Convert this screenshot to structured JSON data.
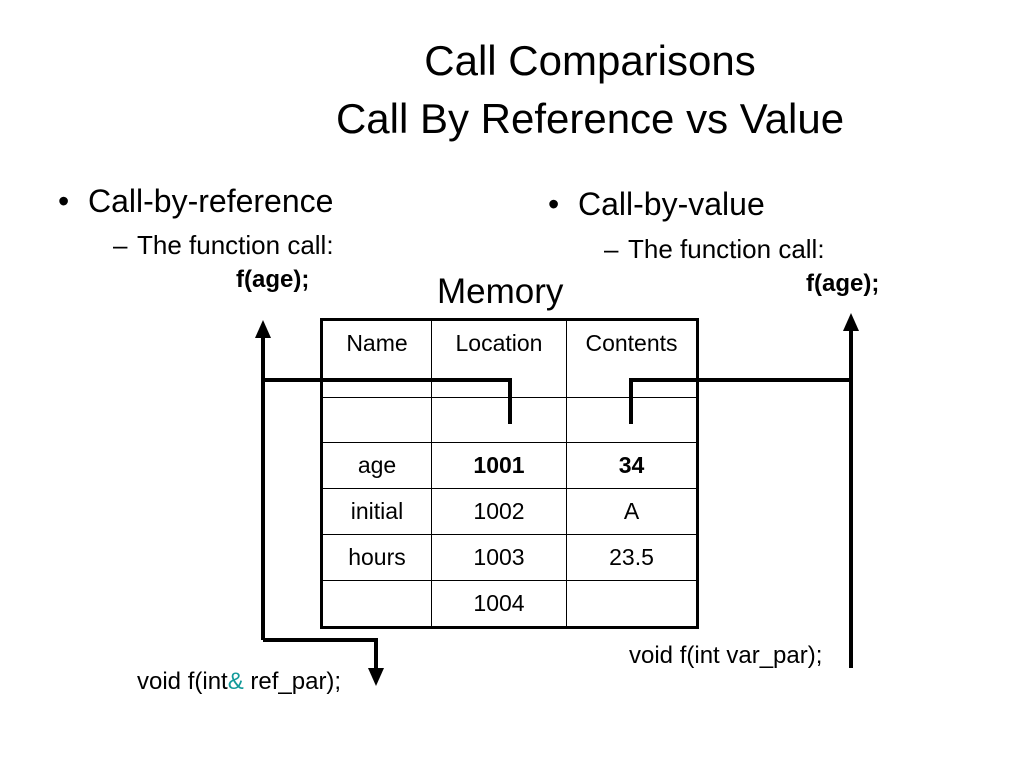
{
  "title": {
    "line1": "Call Comparisons",
    "line2": "Call By Reference vs Value"
  },
  "left": {
    "bullet": "Call-by-reference",
    "sub": "The function call:",
    "call": "f(age);",
    "declaration_prefix": "void f(int",
    "declaration_amp": "&",
    "declaration_suffix": " ref_par);"
  },
  "right": {
    "bullet": "Call-by-value",
    "sub": "The function call:",
    "call": "f(age);",
    "declaration": "void f(int var_par);"
  },
  "memory": {
    "label": "Memory",
    "headers": [
      "Name",
      "Location",
      "Contents"
    ],
    "rows": [
      {
        "name": "",
        "location": "",
        "contents": ""
      },
      {
        "name": "age",
        "location": "1001",
        "contents": "34"
      },
      {
        "name": "initial",
        "location": "1002",
        "contents": "A"
      },
      {
        "name": "hours",
        "location": "1003",
        "contents": "23.5"
      },
      {
        "name": "",
        "location": "1004",
        "contents": ""
      }
    ]
  },
  "symbols": {
    "bullet": "•",
    "dash": "–"
  }
}
